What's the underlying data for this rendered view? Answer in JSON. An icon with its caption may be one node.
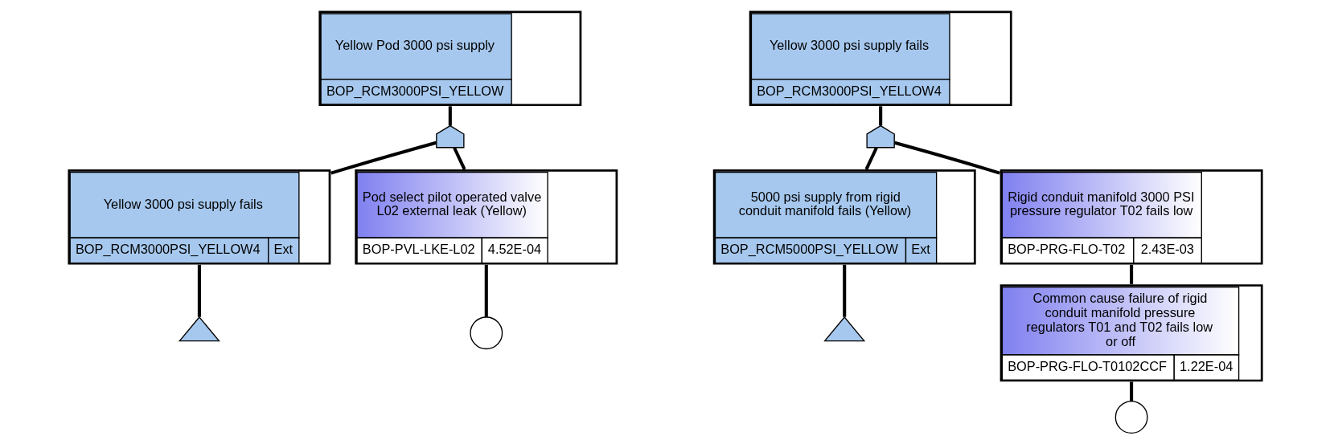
{
  "diagram": {
    "nodes": [
      {
        "text": [
          "Yellow Pod 3000 psi supply",
          "BOP_RCM3000PSI_YELLOW"
        ]
      },
      {
        "text": [],
        "shape": "gate"
      },
      {
        "text": [
          "Yellow 3000 psi supply fails",
          "BOP_RCM3000PSI_YELLOW4",
          "Ext"
        ]
      },
      {
        "text": [
          "Pod select pilot operated valve L02 external leak (Yellow)",
          "BOP-PVL-LKE-L02",
          "4.52E-04"
        ]
      },
      {
        "text": [],
        "shape": "triangle"
      },
      {
        "text": [],
        "shape": "circle"
      },
      {
        "text": [
          "Yellow 3000 psi supply fails",
          "BOP_RCM3000PSI_YELLOW4"
        ]
      },
      {
        "text": [],
        "shape": "gate"
      },
      {
        "text": [
          "5000 psi supply from rigid conduit manifold fails (Yellow)",
          "BOP_RCM5000PSI_YELLOW",
          "Ext"
        ]
      },
      {
        "text": [
          "Rigid conduit manifold 3000 PSI pressure regulator T02 fails low",
          "BOP-PRG-FLO-T02",
          "2.43E-03"
        ]
      },
      {
        "text": [
          "Common cause failure of rigid conduit manifold pressure regulators T01 and T02 fails low or off",
          "BOP-PRG-FLO-T0102CCF",
          "1.22E-04"
        ]
      },
      {
        "text": [],
        "shape": "triangle"
      },
      {
        "text": [],
        "shape": "circle"
      }
    ],
    "edges": [
      {
        "from": 0,
        "to": 1,
        "arrow": "none"
      },
      {
        "from": 1,
        "to": 2,
        "arrow": "none"
      },
      {
        "from": 1,
        "to": 3,
        "arrow": "none"
      },
      {
        "from": 2,
        "to": 4,
        "arrow": "none"
      },
      {
        "from": 3,
        "to": 5,
        "arrow": "none"
      },
      {
        "from": 6,
        "to": 7,
        "arrow": "none"
      },
      {
        "from": 7,
        "to": 8,
        "arrow": "none"
      },
      {
        "from": 7,
        "to": 9,
        "arrow": "none"
      },
      {
        "from": 8,
        "to": 11,
        "arrow": "none"
      },
      {
        "from": 9,
        "to": 10,
        "arrow": "none"
      },
      {
        "from": 10,
        "to": 12,
        "arrow": "none"
      }
    ]
  }
}
